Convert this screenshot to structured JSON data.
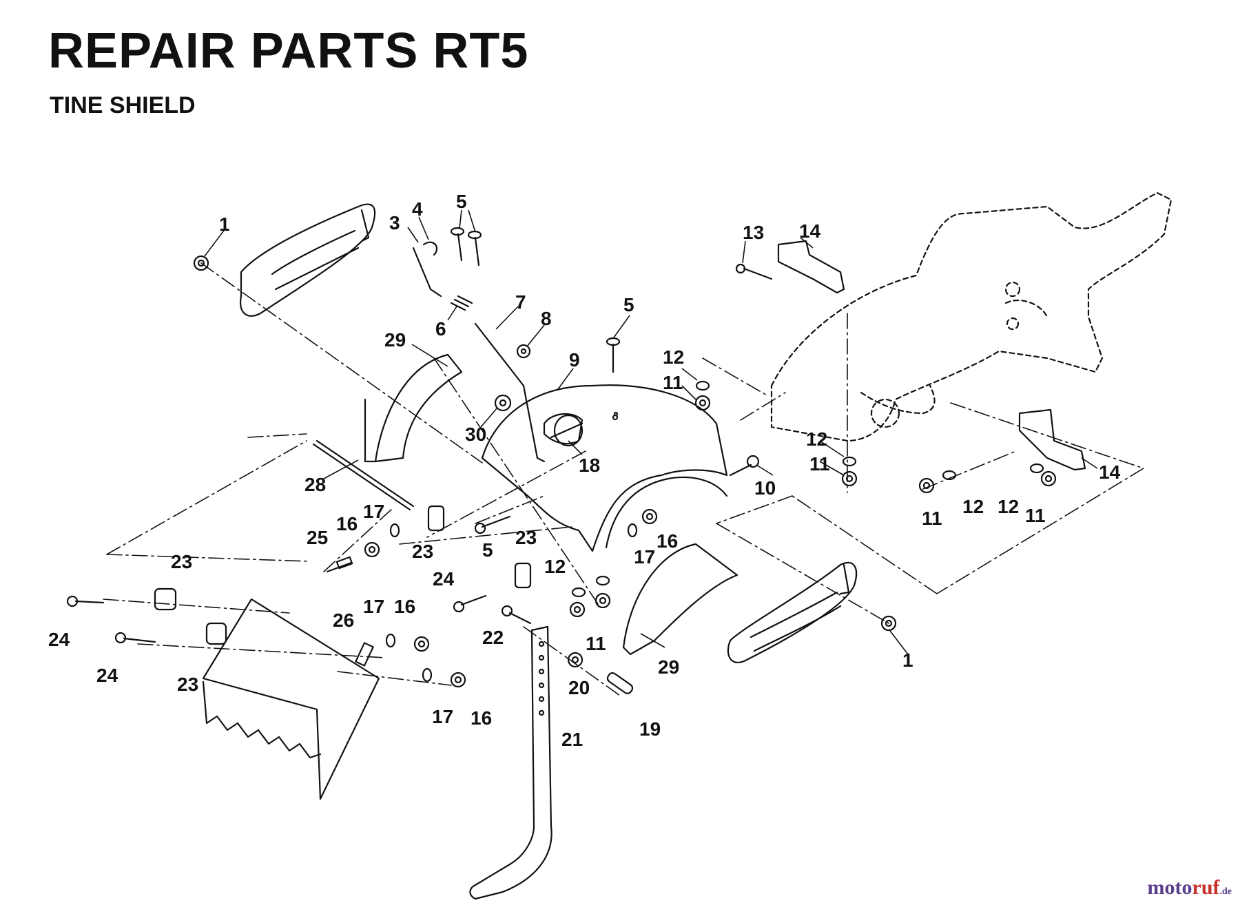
{
  "title": "REPAIR PARTS RT5",
  "subtitle": "TINE SHIELD",
  "watermark": {
    "part1": "moto",
    "part2": "ruf",
    "part3": ".de"
  },
  "callouts": {
    "c1a": "1",
    "c1b": "1",
    "c3": "3",
    "c4": "4",
    "c5a": "5",
    "c5b": "5",
    "c5c": "5",
    "c6": "6",
    "c7": "7",
    "c8": "8",
    "c9": "9",
    "c10": "10",
    "c11a": "11",
    "c11b": "11",
    "c11c": "11",
    "c11d": "11",
    "c11e": "11",
    "c12a": "12",
    "c12b": "12",
    "c12c": "12",
    "c12d": "12",
    "c12e": "12",
    "c13": "13",
    "c14a": "14",
    "c14b": "14",
    "c16a": "16",
    "c16b": "16",
    "c16c": "16",
    "c16d": "16",
    "c17a": "17",
    "c17b": "17",
    "c17c": "17",
    "c17d": "17",
    "c18": "18",
    "c19": "19",
    "c20": "20",
    "c21": "21",
    "c22": "22",
    "c23a": "23",
    "c23b": "23",
    "c23c": "23",
    "c23d": "23",
    "c24a": "24",
    "c24b": "24",
    "c24c": "24",
    "c25": "25",
    "c26": "26",
    "c28": "28",
    "c29a": "29",
    "c29b": "29",
    "c30": "30"
  }
}
